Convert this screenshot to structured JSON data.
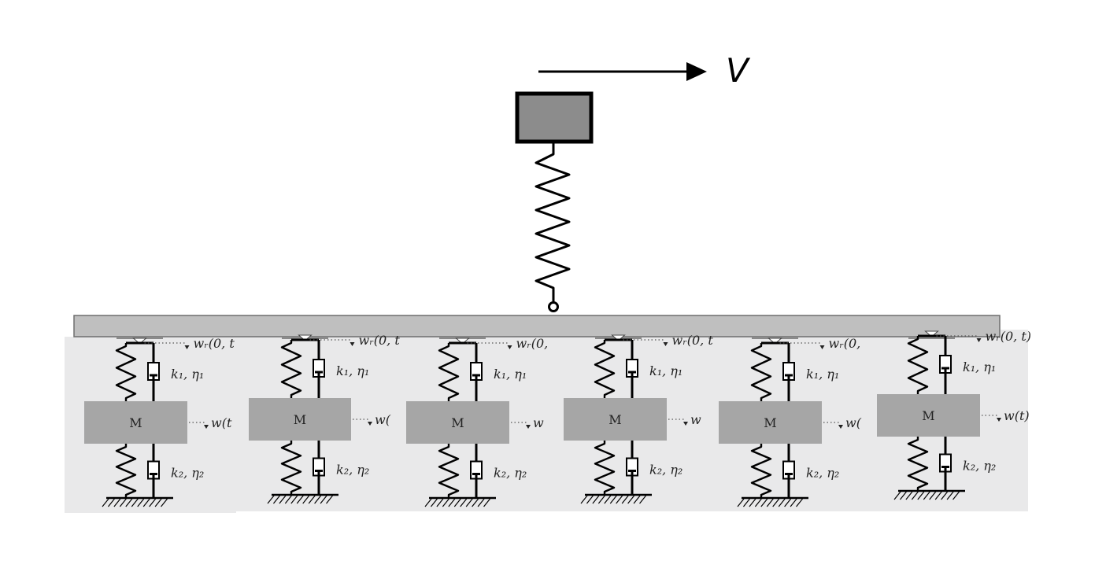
{
  "velocity_label": "V",
  "cell_labels": {
    "mass": "M",
    "upper_element": "k₁, η₁",
    "lower_element": "k₂, η₂"
  },
  "cells": [
    {
      "wr": "wᵣ(0, t",
      "w": "w(t"
    },
    {
      "wr": "wᵣ(0, t",
      "w": "w("
    },
    {
      "wr": "wᵣ(0,",
      "w": "w"
    },
    {
      "wr": "wᵣ(0, t",
      "w": "w"
    },
    {
      "wr": "wᵣ(0,",
      "w": "w("
    },
    {
      "wr": "wᵣ(0, t)",
      "w": "w(t)"
    }
  ],
  "colors": {
    "beam": "#bfbfbf",
    "cell_background": "#e9e9ea",
    "mass": "#a6a6a6",
    "moving_mass": "#8c8c8c"
  }
}
